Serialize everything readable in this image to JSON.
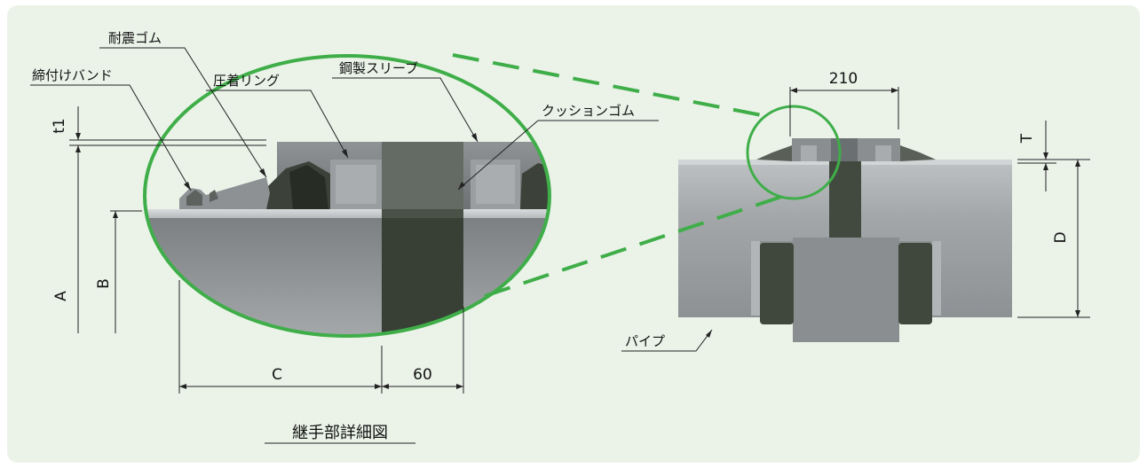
{
  "caption": "継手部詳細図",
  "labels": {
    "seismic_rubber": "耐震ゴム",
    "clamp_band": "締付けバンド",
    "crimp_ring": "圧着リング",
    "steel_sleeve": "鋼製スリーブ",
    "cushion_rubber": "クッションゴム",
    "pipe": "パイプ"
  },
  "dimensions": {
    "t1": "t1",
    "A": "A",
    "B": "B",
    "C": "C",
    "sixty": "60",
    "two_ten": "210",
    "T": "T",
    "D": "D"
  },
  "colors": {
    "panel_bg": "#ebf3e9",
    "highlight_green": "#3fae49",
    "pipe_gray": "#9a9ea1",
    "dark_rubber": "#3e463b"
  }
}
